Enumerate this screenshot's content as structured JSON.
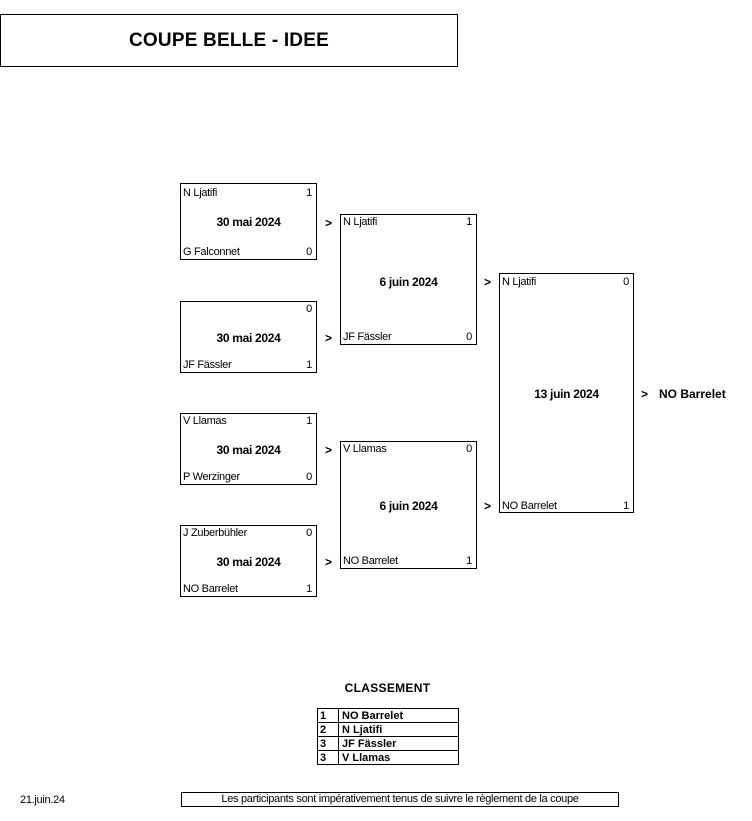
{
  "title": "COUPE BELLE - IDEE",
  "round1": [
    {
      "top_player": "N Ljatifi",
      "top_score": "1",
      "date": "30 mai 2024",
      "bottom_player": "G Falconnet",
      "bottom_score": "0"
    },
    {
      "top_player": "",
      "top_score": "0",
      "date": "30 mai 2024",
      "bottom_player": "JF Fässler",
      "bottom_score": "1"
    },
    {
      "top_player": "V Llamas",
      "top_score": "1",
      "date": "30 mai 2024",
      "bottom_player": "P Werzinger",
      "bottom_score": "0"
    },
    {
      "top_player": "J Zuberbühler",
      "top_score": "0",
      "date": "30 mai 2024",
      "bottom_player": "NO Barrelet",
      "bottom_score": "1"
    }
  ],
  "round2": [
    {
      "top_player": "N Ljatifi",
      "top_score": "1",
      "date": "6 juin 2024",
      "bottom_player": "JF Fässler",
      "bottom_score": "0"
    },
    {
      "top_player": "V Llamas",
      "top_score": "0",
      "date": "6 juin 2024",
      "bottom_player": "NO Barrelet",
      "bottom_score": "1"
    }
  ],
  "final": {
    "top_player": "N Ljatifi",
    "top_score": "0",
    "date": "13 juin 2024",
    "bottom_player": "NO Barrelet",
    "bottom_score": "1"
  },
  "arrow": ">",
  "winner": "NO Barrelet",
  "classement": {
    "title": "CLASSEMENT",
    "rows": [
      {
        "rank": "1",
        "name": "NO Barrelet"
      },
      {
        "rank": "2",
        "name": "N Ljatifi"
      },
      {
        "rank": "3",
        "name": "JF Fässler"
      },
      {
        "rank": "3",
        "name": "V Llamas"
      }
    ]
  },
  "footer": {
    "date": "21.juin.24",
    "note": "Les participants sont impérativement tenus de suivre le règlement de la coupe"
  }
}
